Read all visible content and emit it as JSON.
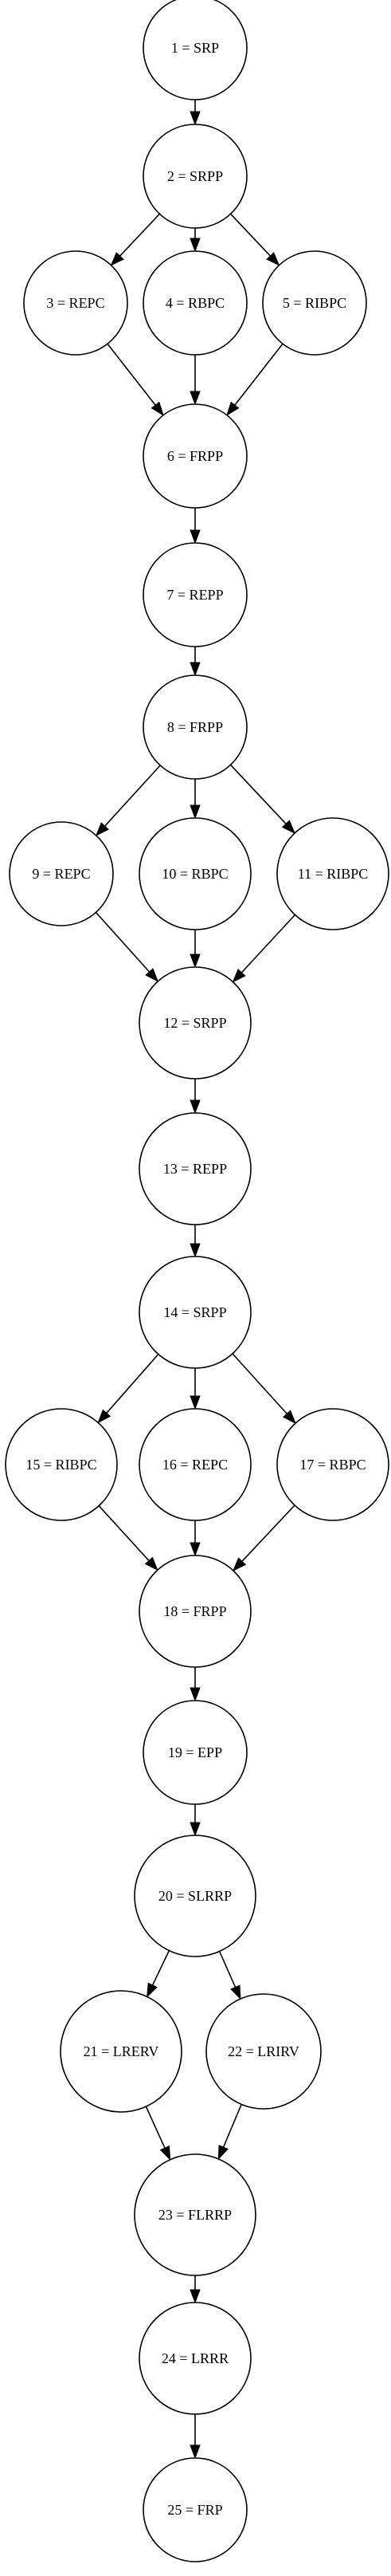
{
  "nodes": [
    {
      "id": 1,
      "label": "1 = SRP"
    },
    {
      "id": 2,
      "label": "2 = SRPP"
    },
    {
      "id": 3,
      "label": "3 = REPC"
    },
    {
      "id": 4,
      "label": "4 = RBPC"
    },
    {
      "id": 5,
      "label": "5 = RIBPC"
    },
    {
      "id": 6,
      "label": "6 = FRPP"
    },
    {
      "id": 7,
      "label": "7 = REPP"
    },
    {
      "id": 8,
      "label": "8 = FRPP"
    },
    {
      "id": 9,
      "label": "9 = REPC"
    },
    {
      "id": 10,
      "label": "10 = RBPC"
    },
    {
      "id": 11,
      "label": "11 = RIBPC"
    },
    {
      "id": 12,
      "label": "12 = SRPP"
    },
    {
      "id": 13,
      "label": "13 = REPP"
    },
    {
      "id": 14,
      "label": "14 = SRPP"
    },
    {
      "id": 15,
      "label": "15 = RIBPC"
    },
    {
      "id": 16,
      "label": "16 = REPC"
    },
    {
      "id": 17,
      "label": "17 = RBPC"
    },
    {
      "id": 18,
      "label": "18 = FRPP"
    },
    {
      "id": 19,
      "label": "19 = EPP"
    },
    {
      "id": 20,
      "label": "20 = SLRRP"
    },
    {
      "id": 21,
      "label": "21 = LRERV"
    },
    {
      "id": 22,
      "label": "22 = LRIRV"
    },
    {
      "id": 23,
      "label": "23 = FLRRP"
    },
    {
      "id": 24,
      "label": "24 = LRRR"
    },
    {
      "id": 25,
      "label": "25 = FRP"
    }
  ],
  "edges": [
    [
      1,
      2
    ],
    [
      2,
      3
    ],
    [
      2,
      4
    ],
    [
      2,
      5
    ],
    [
      3,
      6
    ],
    [
      4,
      6
    ],
    [
      5,
      6
    ],
    [
      6,
      7
    ],
    [
      7,
      8
    ],
    [
      8,
      9
    ],
    [
      8,
      10
    ],
    [
      8,
      11
    ],
    [
      9,
      12
    ],
    [
      10,
      12
    ],
    [
      11,
      12
    ],
    [
      12,
      13
    ],
    [
      13,
      14
    ],
    [
      14,
      15
    ],
    [
      14,
      16
    ],
    [
      14,
      17
    ],
    [
      15,
      18
    ],
    [
      16,
      18
    ],
    [
      17,
      18
    ],
    [
      18,
      19
    ],
    [
      19,
      20
    ],
    [
      20,
      21
    ],
    [
      20,
      22
    ],
    [
      21,
      23
    ],
    [
      22,
      23
    ],
    [
      23,
      24
    ],
    [
      24,
      25
    ]
  ]
}
